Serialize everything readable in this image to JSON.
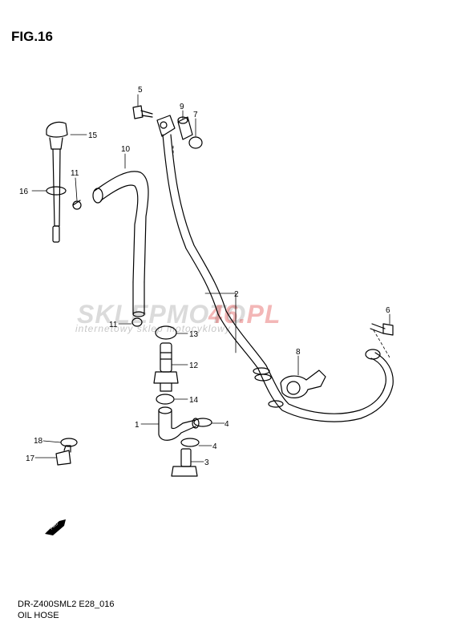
{
  "figure": {
    "title": "FIG.16"
  },
  "footer": {
    "model_code": "DR-Z400SML2 E28_016",
    "section_name": "OIL HOSE"
  },
  "watermark": {
    "brand_a": "SKLEPMOTO",
    "brand_b": "46.PL",
    "tagline": "internetowy sklep motocyklowy"
  },
  "direction_arrow": {
    "label": "FWD",
    "icon": "forward-arrow-icon"
  },
  "callouts": [
    {
      "id": "c1",
      "text": "1"
    },
    {
      "id": "c2",
      "text": "2"
    },
    {
      "id": "c3",
      "text": "3"
    },
    {
      "id": "c4a",
      "text": "4"
    },
    {
      "id": "c4b",
      "text": "4"
    },
    {
      "id": "c5",
      "text": "5"
    },
    {
      "id": "c6",
      "text": "6"
    },
    {
      "id": "c7",
      "text": "7"
    },
    {
      "id": "c8",
      "text": "8"
    },
    {
      "id": "c9",
      "text": "9"
    },
    {
      "id": "c10",
      "text": "10"
    },
    {
      "id": "c11a",
      "text": "11"
    },
    {
      "id": "c11b",
      "text": "11"
    },
    {
      "id": "c12",
      "text": "12"
    },
    {
      "id": "c13",
      "text": "13"
    },
    {
      "id": "c14",
      "text": "14"
    },
    {
      "id": "c15",
      "text": "15"
    },
    {
      "id": "c16",
      "text": "16"
    },
    {
      "id": "c17",
      "text": "17"
    },
    {
      "id": "c18",
      "text": "18"
    }
  ],
  "colors": {
    "line": "#000000",
    "watermark_red": "#dd3333",
    "watermark_gray": "#9a9a9a"
  }
}
